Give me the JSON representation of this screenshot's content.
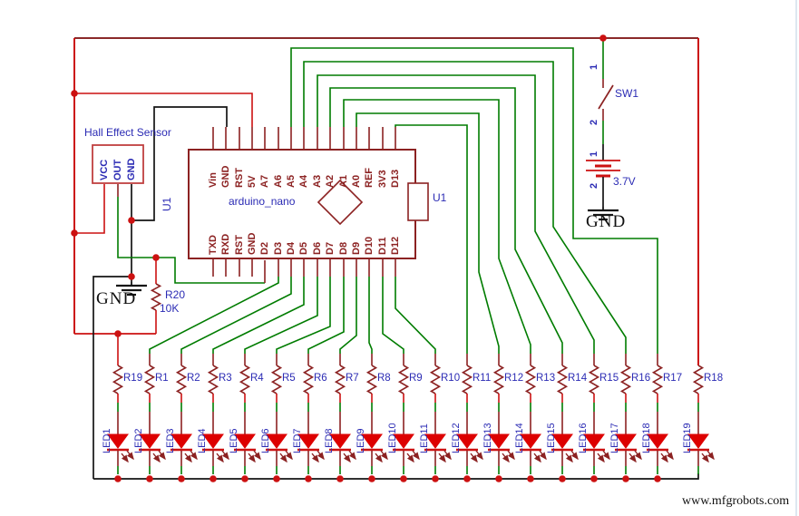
{
  "schematic": {
    "hall_sensor": {
      "label": "Hall Effect Sensor",
      "pins": [
        "VCC",
        "OUT",
        "GND"
      ]
    },
    "arduino": {
      "designator_left": "U1",
      "designator_right": "U1",
      "label": "arduino_nano",
      "top_pins": [
        "Vin",
        "GND",
        "RST",
        "5V",
        "A7",
        "A6",
        "A5",
        "A4",
        "A3",
        "A2",
        "A1",
        "A0",
        "REF",
        "3V3",
        "D13"
      ],
      "bottom_pins": [
        "TXD",
        "RXD",
        "RST",
        "GND",
        "D2",
        "D3",
        "D4",
        "D5",
        "D6",
        "D7",
        "D8",
        "D9",
        "D10",
        "D11",
        "D12"
      ]
    },
    "switch": {
      "label": "SW1",
      "pin_top": "1",
      "pin_bottom": "2"
    },
    "battery": {
      "label": "3.7V",
      "pin_top": "1",
      "pin_bottom": "2"
    },
    "ground_left": "GND",
    "ground_right": "GND",
    "pullup": {
      "name": "R20",
      "value": "10K"
    },
    "resistors": [
      "R19",
      "R1",
      "R2",
      "R3",
      "R4",
      "R5",
      "R6",
      "R7",
      "R8",
      "R9",
      "R10",
      "R11",
      "R12",
      "R13",
      "R14",
      "R15",
      "R16",
      "R17",
      "R18"
    ],
    "leds": [
      "LED1",
      "LED2",
      "LED3",
      "LED4",
      "LED5",
      "LED6",
      "LED7",
      "LED8",
      "LED9",
      "LED10",
      "LED11",
      "LED12",
      "LED13",
      "LED14",
      "LED15",
      "LED16",
      "LED17",
      "LED18",
      "LED19"
    ],
    "watermark": "www.mfgrobots.com",
    "colors": {
      "wire_green": "#007c00",
      "wire_red": "#cc1111",
      "wire_dark_red": "#8c2222",
      "wire_black": "#141414",
      "label_blue": "#2b2bb4",
      "led_fill": "#dd0000"
    }
  }
}
